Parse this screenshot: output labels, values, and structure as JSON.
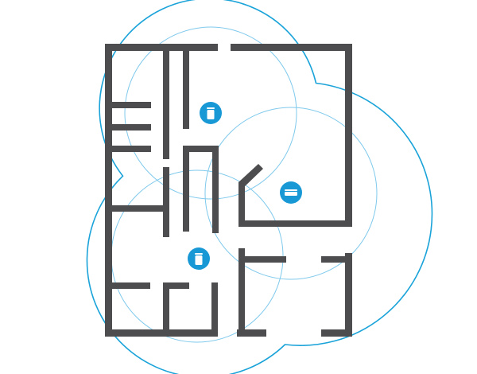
{
  "diagram": {
    "kind": "mesh-wifi-coverage-floor-plan",
    "colors": {
      "walls": "#4d4d4f",
      "coverage_outer": "#1aa3d9",
      "coverage_inner": "#7fc9ec",
      "device": "#1899d6",
      "background": "#ffffff"
    },
    "devices": [
      {
        "id": "node-top",
        "type": "mesh-satellite-tower",
        "icon": "router-tower-icon"
      },
      {
        "id": "node-right",
        "type": "mesh-base-router",
        "icon": "router-base-icon"
      },
      {
        "id": "node-bottom",
        "type": "mesh-satellite-tower",
        "icon": "router-tower-icon"
      }
    ]
  }
}
